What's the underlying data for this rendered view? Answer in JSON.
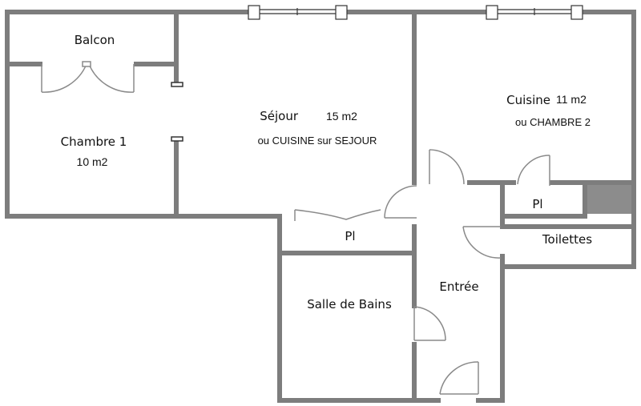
{
  "colors": {
    "wall": "#7d7d7d",
    "door_line": "#8a8a8a",
    "duct_fill": "#8c8c8c",
    "background": "#ffffff"
  },
  "rooms": {
    "balcon": {
      "name": "Balcon"
    },
    "chambre1": {
      "name": "Chambre 1",
      "area": "10 m2"
    },
    "sejour": {
      "name": "Séjour",
      "area": "15 m2",
      "note": "ou CUISINE sur SEJOUR"
    },
    "cuisine": {
      "name": "Cuisine",
      "area": "11 m2",
      "note": "ou CHAMBRE 2"
    },
    "placard_cuisine": {
      "name": "Pl"
    },
    "placard_couloir": {
      "name": "Pl"
    },
    "toilettes": {
      "name": "Toilettes"
    },
    "entree": {
      "name": "Entrée"
    },
    "salle_de_bains": {
      "name": "Salle de Bains"
    }
  }
}
